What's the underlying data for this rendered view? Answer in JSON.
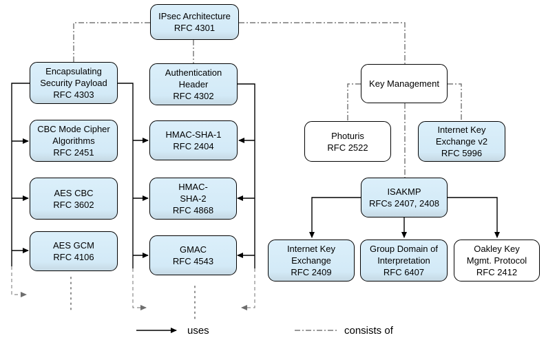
{
  "nodes": {
    "ipsec_architecture": "IPsec Architecture\nRFC 4301",
    "esp": "Encapsulating\nSecurity Payload\nRFC 4303",
    "cbc_mode": "CBC Mode Cipher\nAlgorithms\nRFC 2451",
    "aes_cbc": "AES CBC\nRFC 3602",
    "aes_gcm": "AES GCM\nRFC 4106",
    "auth_header": "Authentication\nHeader\nRFC 4302",
    "hmac_sha1": "HMAC-SHA-1\nRFC 2404",
    "hmac_sha2": "HMAC-\nSHA-2\nRFC 4868",
    "gmac": "GMAC\nRFC 4543",
    "key_management": "Key Management",
    "photuris": "Photuris\nRFC 2522",
    "ike_v2": "Internet Key\nExchange v2\nRFC 5996",
    "isakmp": "ISAKMP\nRFCs 2407, 2408",
    "ike": "Internet Key\nExchange\nRFC 2409",
    "gdoi": "Group Domain of\nInterpretation\nRFC 6407",
    "oakley": "Oakley Key\nMgmt. Protocol\nRFC 2412"
  },
  "legend": {
    "uses_label": "uses",
    "consists_of_label": "consists of"
  },
  "colors": {
    "node_fill_blue": "#d6ecf8",
    "node_fill_white": "#ffffff",
    "solid_line": "#000000",
    "dashdot_line": "#5a5a5a",
    "ellipsis_line": "#8c8c8c"
  },
  "edges": [
    {
      "from": "IPsec Architecture",
      "to": "Encapsulating Security Payload",
      "type": "consists of"
    },
    {
      "from": "IPsec Architecture",
      "to": "Authentication Header",
      "type": "consists of"
    },
    {
      "from": "IPsec Architecture",
      "to": "Key Management",
      "type": "consists of"
    },
    {
      "from": "Key Management",
      "to": "Photuris",
      "type": "consists of"
    },
    {
      "from": "Key Management",
      "to": "Internet Key Exchange v2",
      "type": "consists of"
    },
    {
      "from": "Key Management",
      "to": "ISAKMP",
      "type": "consists of"
    },
    {
      "from": "Encapsulating Security Payload",
      "to": "CBC Mode Cipher Algorithms",
      "type": "uses"
    },
    {
      "from": "Encapsulating Security Payload",
      "to": "AES CBC",
      "type": "uses"
    },
    {
      "from": "Encapsulating Security Payload",
      "to": "AES GCM",
      "type": "uses"
    },
    {
      "from": "Encapsulating Security Payload",
      "to": "HMAC-SHA-1",
      "type": "uses"
    },
    {
      "from": "Encapsulating Security Payload",
      "to": "HMAC-SHA-2",
      "type": "uses"
    },
    {
      "from": "Encapsulating Security Payload",
      "to": "GMAC",
      "type": "uses"
    },
    {
      "from": "Authentication Header",
      "to": "HMAC-SHA-1",
      "type": "uses"
    },
    {
      "from": "Authentication Header",
      "to": "HMAC-SHA-2",
      "type": "uses"
    },
    {
      "from": "Authentication Header",
      "to": "GMAC",
      "type": "uses"
    },
    {
      "from": "ISAKMP",
      "to": "Internet Key Exchange",
      "type": "uses"
    },
    {
      "from": "ISAKMP",
      "to": "Group Domain of Interpretation",
      "type": "uses"
    },
    {
      "from": "ISAKMP",
      "to": "Oakley Key Mgmt. Protocol",
      "type": "uses"
    }
  ]
}
